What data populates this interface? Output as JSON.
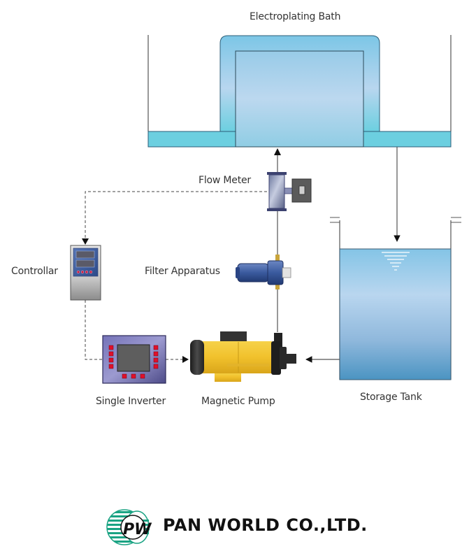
{
  "title": "Electroplating Bath",
  "components": {
    "electroplating_bath": "Electroplating Bath",
    "flow_meter": "Flow Meter",
    "controller": "Controllar",
    "filter": "Filter Apparatus",
    "inverter": "Single Inverter",
    "pump": "Magnetic Pump",
    "storage_tank": "Storage Tank"
  },
  "connections": [
    {
      "from": "Storage Tank",
      "to": "Magnetic Pump",
      "type": "pipe"
    },
    {
      "from": "Magnetic Pump",
      "to": "Filter Apparatus",
      "type": "pipe"
    },
    {
      "from": "Filter Apparatus",
      "to": "Flow Meter",
      "type": "pipe"
    },
    {
      "from": "Flow Meter",
      "to": "Electroplating Bath",
      "type": "pipe"
    },
    {
      "from": "Electroplating Bath",
      "to": "Storage Tank",
      "type": "pipe"
    },
    {
      "from": "Flow Meter",
      "to": "Controllar",
      "type": "signal"
    },
    {
      "from": "Controllar",
      "to": "Single Inverter",
      "type": "signal"
    },
    {
      "from": "Single Inverter",
      "to": "Magnetic Pump",
      "type": "signal"
    }
  ],
  "colors": {
    "bath_fill": "#7cc8e4",
    "tank_fill": "#8fc3e6",
    "pump_yellow": "#f2c530",
    "inverter_purple": "#5b5a96",
    "logo_green": "#1aa383"
  },
  "logo": {
    "company": "PAN WORLD CO.,LTD.",
    "mark": "PW"
  }
}
